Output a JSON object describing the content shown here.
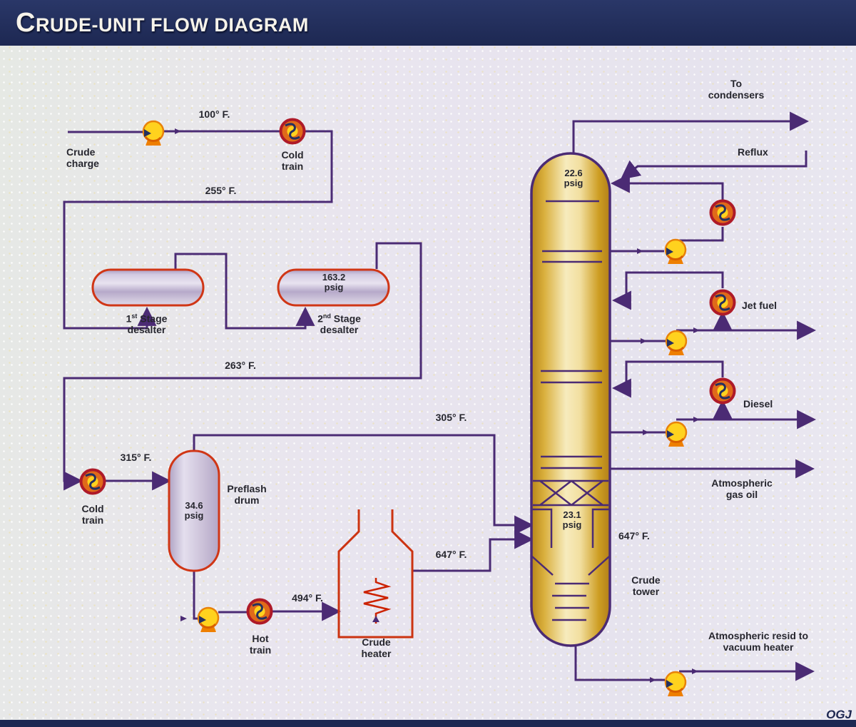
{
  "title": "CRUDE-UNIT FLOW DIAGRAM",
  "colors": {
    "header_navy": "#1d2852",
    "pipe_purple": "#4b2b74",
    "vessel_border_red": "#cc3318",
    "tower_gold": "#e8c45a",
    "pump_yellow": "#ffd21e",
    "exchanger_orange": "#e06a1a"
  },
  "labels": {
    "crude_charge": "Crude charge",
    "temp_100": "100° F.",
    "cold_train_top": "Cold train",
    "temp_255": "255° F.",
    "desalter1": {
      "num": "1",
      "sup": "st",
      "word": "Stage",
      "line2": "desalter"
    },
    "desalter2": {
      "num": "2",
      "sup": "nd",
      "word": "Stage",
      "line2": "desalter"
    },
    "desalter2_pressure": {
      "value": "163.2",
      "unit": "psig"
    },
    "temp_263": "263° F.",
    "temp_315": "315° F.",
    "cold_train_mid": "Cold train",
    "preflash": "Preflash drum",
    "preflash_pressure": {
      "value": "34.6",
      "unit": "psig"
    },
    "temp_305": "305° F.",
    "temp_494": "494° F.",
    "hot_train": "Hot train",
    "crude_heater": "Crude heater",
    "temp_647_heater": "647° F.",
    "tower_pressure_top": {
      "value": "22.6",
      "unit": "psig"
    },
    "to_condensers": "To condensers",
    "reflux": "Reflux",
    "jet_fuel": "Jet fuel",
    "diesel": "Diesel",
    "atm_gas_oil": "Atmospheric gas oil",
    "tower_pressure_flash": {
      "value": "23.1",
      "unit": "psig"
    },
    "temp_647_tower": "647° F.",
    "crude_tower": "Crude tower",
    "atm_resid": "Atmospheric resid to vacuum heater",
    "credit": "OGJ"
  }
}
